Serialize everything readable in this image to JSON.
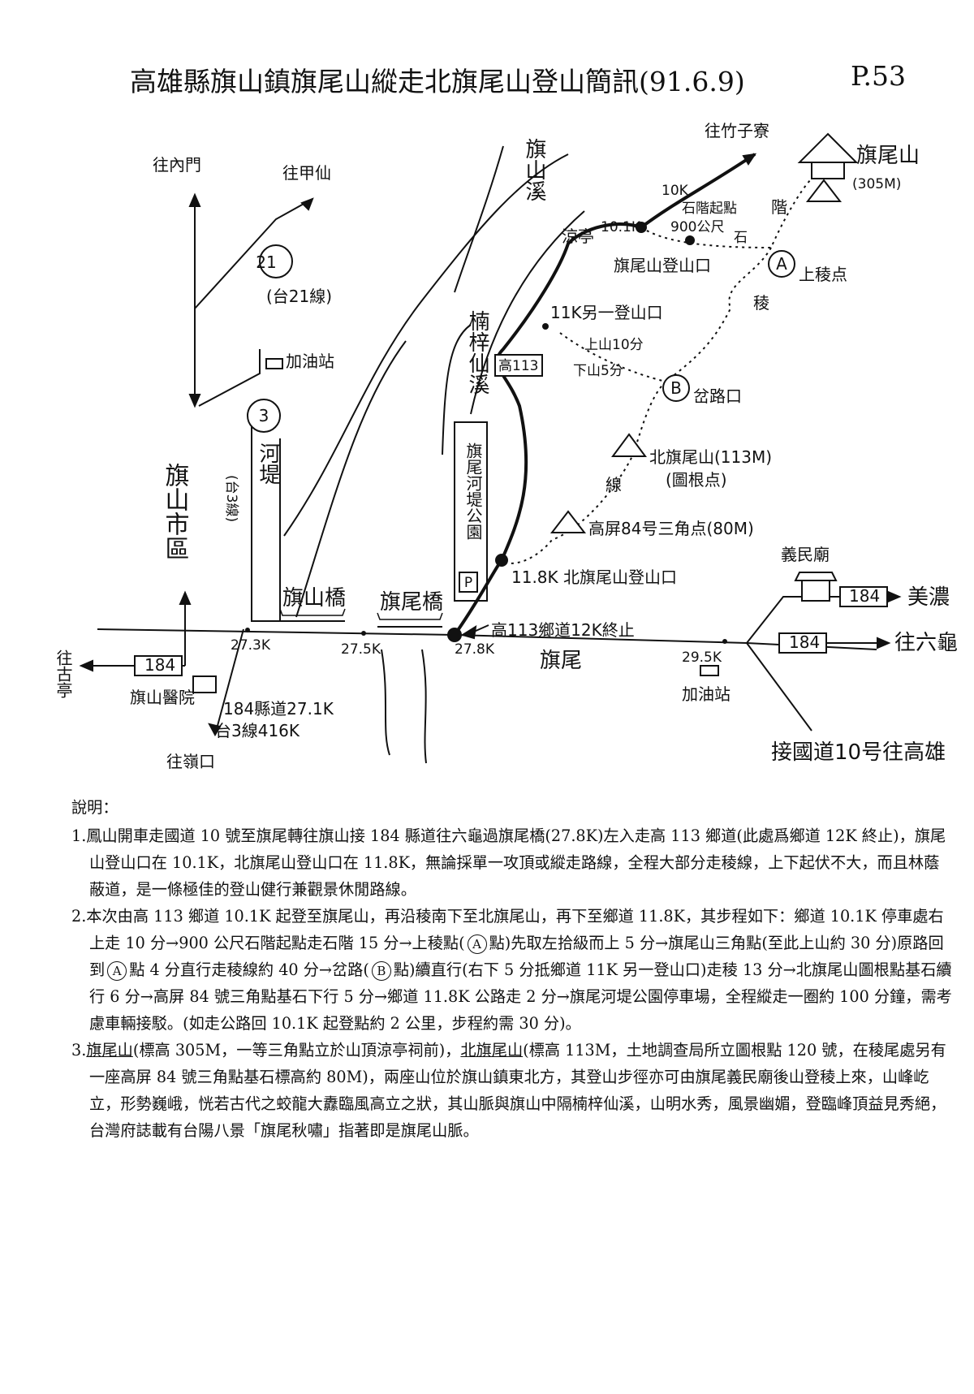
{
  "header": {
    "title": "高雄縣旗山鎮旗尾山縱走北旗尾山登山簡訊(91.6.9)",
    "page": "P.53"
  },
  "map": {
    "places": {
      "to_neimen": "往內門",
      "to_jiaxian": "往甲仙",
      "to_zhuzhai": "往竹子寮",
      "qiwei_mountain": "旗尾山",
      "qiwei_mountain_height": "(305M)",
      "qishan_city": "旗山市區",
      "to_guting": "往古亭",
      "to_lingkou": "往嶺口",
      "qishan_hospital": "旗山醫院",
      "qiwei_village": "旗尾",
      "gas_station_1": "加油站",
      "gas_station_2": "加油站",
      "yimin_temple": "義民廟",
      "to_meinong": "美濃",
      "to_liugui": "往六龜",
      "to_freeway": "接國道10号往高雄",
      "north_qiwei": "北旗尾山(113M)",
      "north_qiwei_sub": "(圖根点)",
      "gaoping84": "高屏84号三角点(80M)"
    },
    "rivers": {
      "qishan_river": "旗山溪",
      "nanzixian_river": "楠梓仙溪",
      "levee": "河堤",
      "park": "旗尾河堤公園",
      "park_p": "P"
    },
    "roads": {
      "route21_circle": "21",
      "route21": "(台21線)",
      "route3_circle": "3",
      "route3": "(台3線)",
      "county184_a": "184",
      "county184_b": "184",
      "county184_c": "184",
      "township113": "高113",
      "end_note": "高113鄉道12K終止",
      "county184_note": "184縣道27.1K",
      "route3_note": "台3線416K",
      "qishan_bridge": "旗山橋",
      "qiwei_bridge": "旗尾橋"
    },
    "kms": {
      "k27_3": "27.3K",
      "k27_5": "27.5K",
      "k27_8": "27.8K",
      "k29_5": "29.5K",
      "k10": "10K",
      "k10_1": "10.1K",
      "k11_other": "11K另一登山口",
      "k11_8": "11.8K 北旗尾山登山口"
    },
    "trail": {
      "trailhead": "旗尾山登山口",
      "pavilion": "涼亭",
      "stairs_start": "石階起點",
      "stairs_dist": "900公尺",
      "stairs_label": "石",
      "stairs_label2": "階",
      "point_a": "A",
      "ridge_a": "上稜点",
      "point_b": "B",
      "fork_b": "岔路口",
      "ridge_word": "稜",
      "ridge_line": "線",
      "up_time": "上山10分",
      "down_time": "下山5分"
    }
  },
  "notes": {
    "heading": "說明：",
    "n1": "1.鳳山開車走國道 10 號至旗尾轉往旗山接 184 縣道往六龜過旗尾橋(27.8K)左入走高 113 鄉道(此處爲鄉道 12K 終止)，旗尾山登山口在 10.1K，北旗尾山登山口在 11.8K，無論採單一攻頂或縱走路線，全程大部分走稜線，上下起伏不大，而且林蔭蔽道，是一條極佳的登山健行兼觀景休閒路線。",
    "n2_a": "2.本次由高 113 鄉道 10.1K 起登至旗尾山，再沿稜南下至北旗尾山，再下至鄉道 11.8K，其步程如下：鄉道 10.1K 停車處右上走 10 分→900 公尺石階起點走石階 15 分→上稜點(",
    "n2_b": "點)先取左拾級而上 5 分→旗尾山三角點(至此上山約 30 分)原路回到",
    "n2_c": "點 4 分直行走稜線約 40 分→岔路(",
    "n2_d": "點)續直行(右下 5 分抵鄉道 11K 另一登山口)走稜 13 分→北旗尾山圖根點基石續行 6 分→高屏 84 號三角點基石下行 5 分→鄉道 11.8K 公路走 2 分→旗尾河堤公園停車場，全程縱走一圈約 100 分鐘，需考慮車輛接駁。(如走公路回 10.1K 起登點約 2 公里，步程約需 30 分)。",
    "n3_num": "3.",
    "n3_name1": "旗尾山",
    "n3_a": "(標高 305M，一等三角點立於山頂涼亭祠前)，",
    "n3_name2": "北旗尾山",
    "n3_b": "(標高 113M，土地調查局所立圖根點 120 號，在稜尾處另有一座高屏 84 號三角點基石標高約 80M)，兩座山位於旗山鎮東北方，其登山步徑亦可由旗尾義民廟後山登稜上來，山峰屹立，形勢巍峨，恍若古代之蛟龍大纛臨風高立之狀，其山脈與旗山中隔楠梓仙溪，山明水秀，風景幽媚，登臨峰頂益見秀絕，台灣府誌載有台陽八景「旗尾秋嘯」指著即是旗尾山脈。"
  }
}
